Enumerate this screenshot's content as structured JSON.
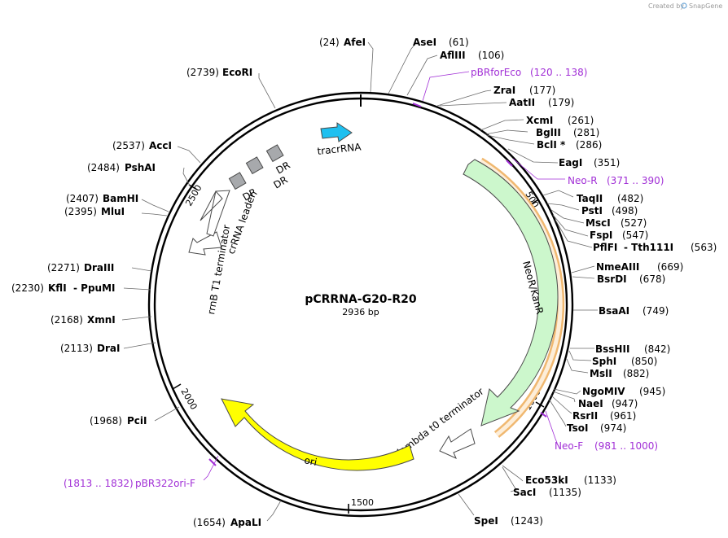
{
  "credit": {
    "text": "Created by",
    "brand": "SnapGene"
  },
  "plasmid": {
    "name": "pCRRNA-G20-R20",
    "size": "2936 bp"
  },
  "enzymes_left": [
    {
      "name": "AfeI",
      "pos": "(24)"
    },
    {
      "name": "EcoRI",
      "pos": "(2739)"
    },
    {
      "name": "AccI",
      "pos": "(2537)"
    },
    {
      "name": "PshAI",
      "pos": "(2484)"
    },
    {
      "name": "BamHI",
      "pos": "(2407)"
    },
    {
      "name": "MluI",
      "pos": "(2395)"
    },
    {
      "name": "DraIII",
      "pos": "(2271)"
    },
    {
      "name": "KflI",
      "pos": "(2230)",
      "extra": "- PpuMI"
    },
    {
      "name": "XmnI",
      "pos": "(2168)"
    },
    {
      "name": "DraI",
      "pos": "(2113)"
    },
    {
      "name": "PciI",
      "pos": "(1968)"
    },
    {
      "name": "ApaLI",
      "pos": "(1654)"
    }
  ],
  "enzymes_right": [
    {
      "name": "AseI",
      "pos": "(61)"
    },
    {
      "name": "AflIII",
      "pos": "(106)"
    },
    {
      "name": "ZraI",
      "pos": "(177)"
    },
    {
      "name": "AatII",
      "pos": "(179)"
    },
    {
      "name": "XcmI",
      "pos": "(261)"
    },
    {
      "name": "BglII",
      "pos": "(281)"
    },
    {
      "name": "BclI *",
      "pos": "(286)"
    },
    {
      "name": "EagI",
      "pos": "(351)"
    },
    {
      "name": "TaqII",
      "pos": "(482)"
    },
    {
      "name": "PstI",
      "pos": "(498)"
    },
    {
      "name": "MscI",
      "pos": "(527)"
    },
    {
      "name": "FspI",
      "pos": "(547)"
    },
    {
      "name": "PflFI",
      "pos": "(563)",
      "extra": "- Tth111I"
    },
    {
      "name": "NmeAIII",
      "pos": "(669)"
    },
    {
      "name": "BsrDI",
      "pos": "(678)"
    },
    {
      "name": "BsaAI",
      "pos": "(749)"
    },
    {
      "name": "BssHII",
      "pos": "(842)"
    },
    {
      "name": "SphI",
      "pos": "(850)"
    },
    {
      "name": "MslI",
      "pos": "(882)"
    },
    {
      "name": "NgoMIV",
      "pos": "(945)"
    },
    {
      "name": "NaeI",
      "pos": "(947)"
    },
    {
      "name": "RsrII",
      "pos": "(961)"
    },
    {
      "name": "TsoI",
      "pos": "(974)"
    },
    {
      "name": "Eco53kI",
      "pos": "(1133)"
    },
    {
      "name": "SacI",
      "pos": "(1135)"
    },
    {
      "name": "SpeI",
      "pos": "(1243)"
    }
  ],
  "primers": [
    {
      "name": "pBRforEco",
      "range": "(120 .. 138)"
    },
    {
      "name": "Neo-R",
      "range": "(371 .. 390)"
    },
    {
      "name": "Neo-F",
      "range": "(981 .. 1000)"
    },
    {
      "name": "pBR322ori-F",
      "range": "(1813 .. 1832)"
    }
  ],
  "features": {
    "tracrRNA": "tracrRNA",
    "neo": "NeoR/KanR",
    "lambda": "lambda t0 terminator",
    "ori": "ori",
    "rrnb": "rrnB T1 terminator",
    "crrna": "crRNA leader",
    "dr1": "DR",
    "dr2": "DR",
    "dr3": "DR"
  },
  "ticks": {
    "t500": "500",
    "t1000": "1000",
    "t1500": "1500",
    "t2000": "2000",
    "t2500": "2500"
  },
  "colors": {
    "primer": "#a12fd6",
    "tracrRNA": "#1ec0f0",
    "neo": "#ccf7cc",
    "neo_highlight": "#f0b870",
    "ori": "#ffff00",
    "dr": "#a7a9ac"
  }
}
